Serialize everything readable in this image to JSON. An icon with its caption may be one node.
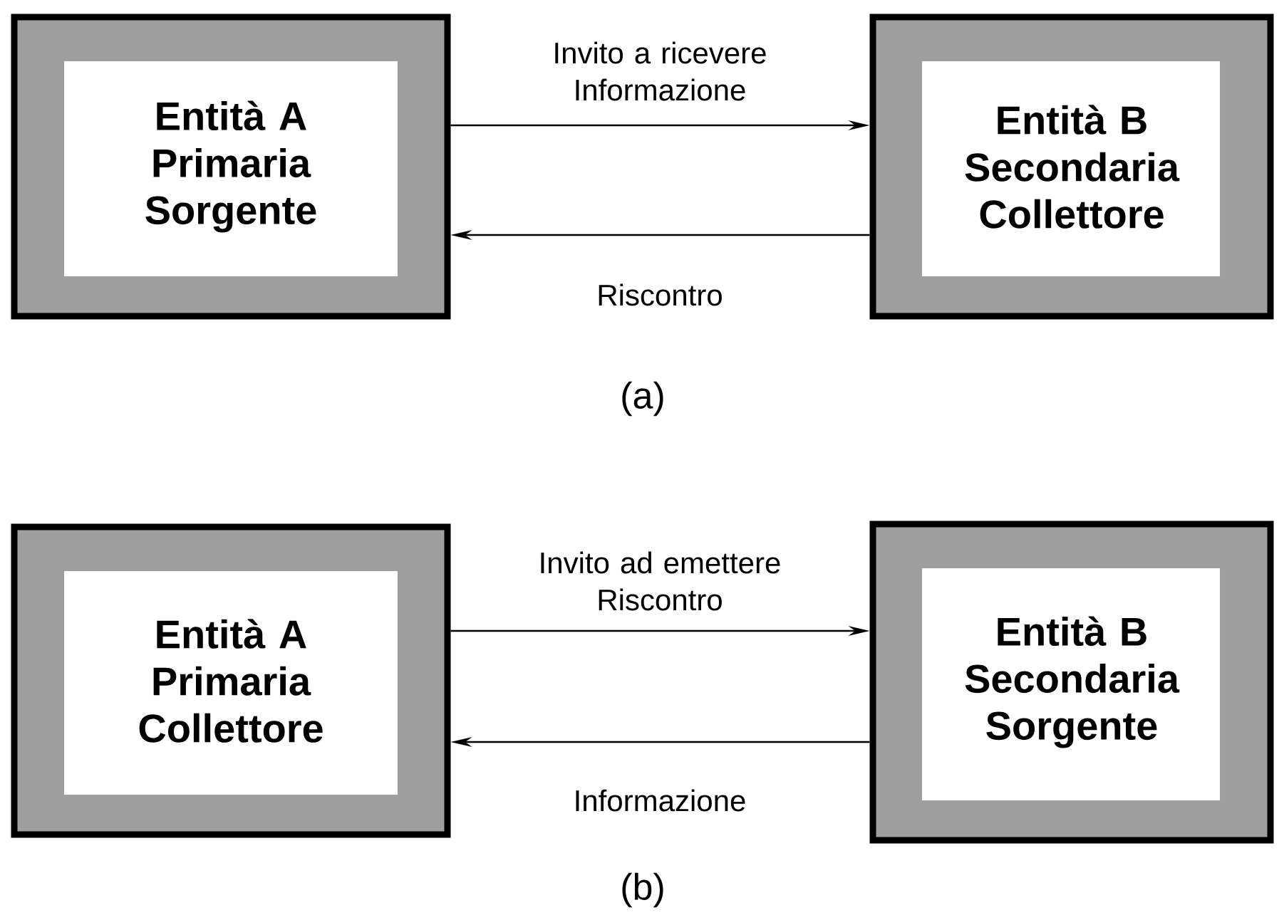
{
  "diagram": {
    "nodes": [
      {
        "text": [
          "Entità A Primaria Sorgente"
        ]
      },
      {
        "text": [
          "Entità B Secondaria Collettore"
        ]
      },
      {
        "text": [
          "Entità A Primaria Collettore"
        ]
      },
      {
        "text": [
          "Entità B Secondaria Sorgente"
        ]
      }
    ],
    "edges": [
      {
        "from": 0,
        "to": 1,
        "arrow": "to",
        "label": "Invito a ricevere Informazione"
      },
      {
        "from": 1,
        "to": 0,
        "arrow": "to",
        "label": "Riscontro"
      },
      {
        "from": 2,
        "to": 3,
        "arrow": "to",
        "label": "Invito ad emettere Riscontro"
      },
      {
        "from": 3,
        "to": 2,
        "arrow": "to",
        "label": "Informazione"
      }
    ],
    "labels": [
      "(a)",
      "(b)"
    ]
  }
}
